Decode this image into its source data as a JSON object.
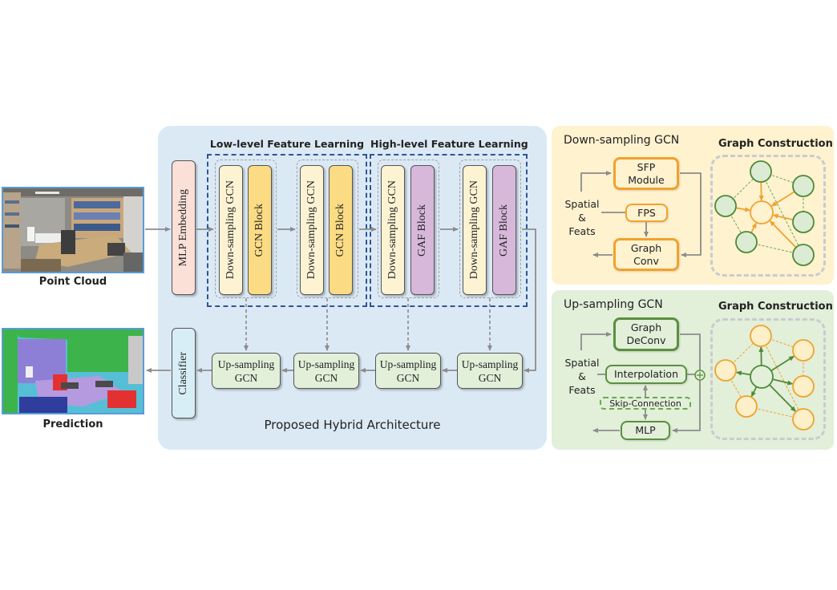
{
  "left": {
    "input_caption": "Point Cloud",
    "output_caption": "Prediction"
  },
  "main": {
    "caption": "Proposed Hybrid Architecture",
    "low_level_title": "Low-level Feature Learning",
    "high_level_title": "High-level Feature Learning",
    "mlp_embedding": "MLP Embedding",
    "classifier": "Classifier",
    "low_stages": [
      {
        "down": "Down-sampling GCN",
        "block": "GCN Block"
      },
      {
        "down": "Down-sampling GCN",
        "block": "GCN Block"
      }
    ],
    "high_stages": [
      {
        "down": "Down-sampling GCN",
        "block": "GAF Block"
      },
      {
        "down": "Down-sampling GCN",
        "block": "GAF Block"
      }
    ],
    "up_blocks": [
      {
        "line1": "Up-sampling",
        "line2": "GCN"
      },
      {
        "line1": "Up-sampling",
        "line2": "GCN"
      },
      {
        "line1": "Up-sampling",
        "line2": "GCN"
      },
      {
        "line1": "Up-sampling",
        "line2": "GCN"
      }
    ]
  },
  "down_panel": {
    "title": "Down-sampling GCN",
    "graph_title": "Graph Construction",
    "input_label": [
      "Spatial",
      "&",
      "Feats"
    ],
    "sfp": [
      "SFP",
      "Module"
    ],
    "fps": "FPS",
    "graph_conv": [
      "Graph",
      "Conv"
    ]
  },
  "up_panel": {
    "title": "Up-sampling GCN",
    "graph_title": "Graph Construction",
    "input_label": [
      "Spatial",
      "&",
      "Feats"
    ],
    "graph_deconv": [
      "Graph",
      "DeConv"
    ],
    "interpolation": "Interpolation",
    "skip": "Skip-Connection",
    "mlp": "MLP",
    "plus": "+"
  },
  "colors": {
    "main_bg": "#dbe9f5",
    "down_bg": "#fef2cf",
    "up_bg": "#e2efd9",
    "orange": "#f0a22e",
    "green": "#5a9040",
    "blue_dash": "#2f5597"
  }
}
